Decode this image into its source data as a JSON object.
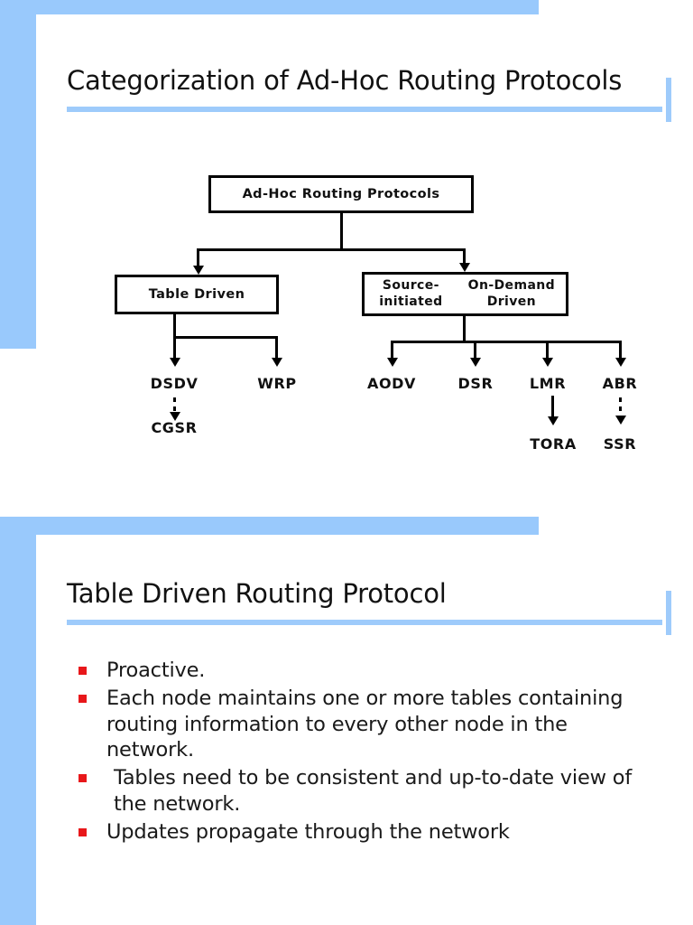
{
  "theme": {
    "accent_blue": "#99c9fc",
    "rule_blue": "#9ecbfb",
    "bullet_red": "#e8171a",
    "text_black": "#111111",
    "page_white": "#ffffff"
  },
  "slides": [
    {
      "id": "categorization",
      "title": "Categorization of Ad-Hoc Routing Protocols"
    },
    {
      "id": "table-driven",
      "title": "Table Driven Routing Protocol",
      "bullets": [
        "Proactive.",
        "Each node maintains one or more tables containing routing information to every other node in the network.",
        "Tables need to be consistent and up-to-date view of the network.",
        "Updates propagate through the network"
      ]
    }
  ],
  "diagram": {
    "type": "tree",
    "root": "Ad-Hoc Routing Protocols",
    "branches": [
      {
        "label": "Table Driven",
        "children": [
          "DSDV",
          "WRP"
        ],
        "grandchildren": [
          {
            "parent": "DSDV",
            "label": "CGSR",
            "link": "dashed"
          }
        ]
      },
      {
        "label": "Source-initiated\nOn-Demand Driven",
        "label_line1": "Source-initiated",
        "label_line2": "On-Demand Driven",
        "children": [
          "AODV",
          "DSR",
          "LMR",
          "ABR"
        ],
        "grandchildren": [
          {
            "parent": "LMR",
            "label": "TORA",
            "link": "solid"
          },
          {
            "parent": "ABR",
            "label": "SSR",
            "link": "dashed"
          }
        ]
      }
    ]
  }
}
